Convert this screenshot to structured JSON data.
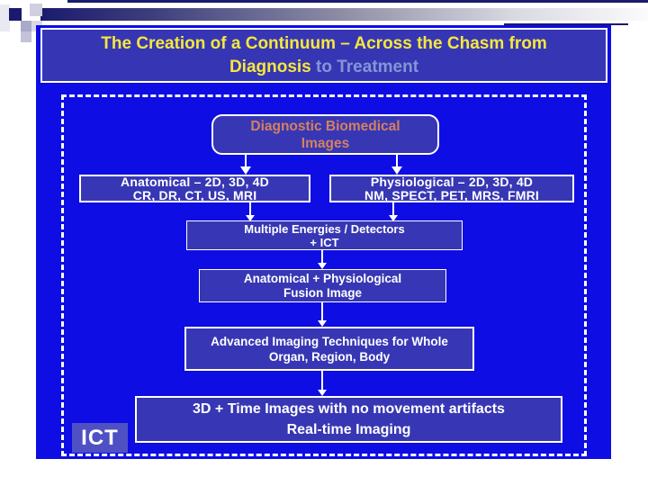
{
  "slide": {
    "title": {
      "line1": "The Creation of a Continuum – Across the Chasm from",
      "line2_yellow": "Diagnosis",
      "line2_blue": "to Treatment"
    },
    "flowchart": {
      "diagnostic": {
        "line1": "Diagnostic Biomedical",
        "line2": "Images"
      },
      "anatomical": {
        "line1": "Anatomical – 2D, 3D, 4D",
        "line2": "CR, DR, CT, US, MRI"
      },
      "physiological": {
        "line1": "Physiological – 2D, 3D, 4D",
        "line2": "NM, SPECT, PET, MRS, FMRI"
      },
      "energies": {
        "line1": "Multiple Energies / Detectors",
        "line2": "+ ICT"
      },
      "fusion": {
        "line1": "Anatomical + Physiological",
        "line2": "Fusion Image"
      },
      "advanced": {
        "line1": "Advanced Imaging Techniques for Whole",
        "line2": "Organ, Region, Body"
      },
      "time": {
        "line1": "3D + Time Images with no movement artifacts",
        "line2": "Real-time Imaging"
      },
      "ict_label": "ICT"
    },
    "colors": {
      "slide_background": "#0d0de4",
      "box_fill": "#3737b5",
      "box_border": "#ffffff",
      "title_yellow": "#f6e73c",
      "title_light_blue": "#8595d6",
      "diagnostic_text": "#d4815f",
      "decor_navy": "#1b1b6e",
      "ict_fill": "#5050c5"
    }
  }
}
